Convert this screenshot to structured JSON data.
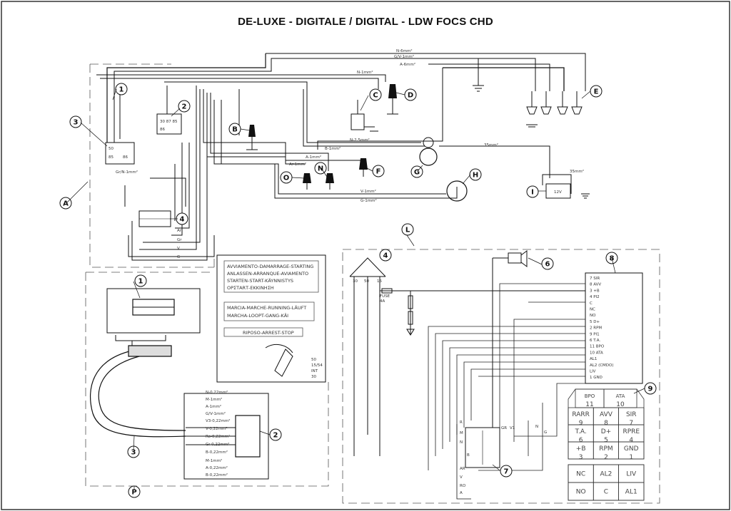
{
  "title": "DE-LUXE - DIGITALE / DIGITAL - LDW FOCS CHD",
  "callouts": {
    "A": "A",
    "B": "B",
    "C": "C",
    "D": "D",
    "E": "E",
    "F": "F",
    "G": "G",
    "H": "H",
    "I": "I",
    "L": "L",
    "N": "N",
    "O": "O",
    "P": "P",
    "n1": "1",
    "n2": "2",
    "n3": "3",
    "n4": "4",
    "n1b": "1",
    "n2b": "2",
    "n3b": "3",
    "n4c": "4",
    "n6": "6",
    "n7": "7",
    "n8": "8",
    "n9": "9"
  },
  "wire_labels": {
    "n6": "N-6mm²",
    "gv1": "G/V-1mm²",
    "a6": "A-6mm²",
    "n1": "N-1mm²",
    "b1": "B-1mm²",
    "a1": "A-1mm²",
    "ar1": "Ar-1mm²",
    "v1": "V-1mm²",
    "g1": "G-1mm²",
    "n25": "N-2,5mm²",
    "n35": "35mm²",
    "r35": "35mm²",
    "n6b": "N-6mm²",
    "b1c": "B-1mm²",
    "a1b": "A-1mm²",
    "gr1": "Gr/N-1mm²",
    "ar_s": "Ar",
    "gr_s": "Gr",
    "v_s": "V",
    "g_s": "G",
    "batt": "12V",
    "ar_p": "Ar",
    "v_p": "V",
    "g_p": "G",
    "ro_p": "Ro"
  },
  "key_box": {
    "starting": [
      "AVVIAMENTO-DAMARRAGE-STARTING",
      "ANLASSEN-ARRANQUE-AVIAMENTO",
      "STARTEN-START-KÄYNNISTYS",
      "ΟΡΣΤΑRΤ-ΕΚΚΙΝΗΣΗ"
    ],
    "running": [
      "MARCIA-MARCHE-RUNNING-LÄUFT",
      "MARCHA-LOOPT-GANG-KÄI"
    ],
    "stop": [
      "RIPOSO-ARREST-STOP"
    ],
    "switch_terms": [
      "50",
      "15/54",
      "INT",
      "30"
    ]
  },
  "panel_wires": [
    "N-0,22mm²",
    "M-1mm²",
    "A-1mm²",
    "G/V-1mm²",
    "V3-0,22mm²",
    "V-0,22mm²",
    "Ro-0,22mm²",
    "Gr-0,22mm²",
    "B-0,22mm²",
    "M-1mm²",
    "A-0,22mm²",
    "B-0,22mm²"
  ],
  "controller_pins": [
    "7 SIR",
    "8 AVV",
    "3 +B",
    "4 PI2",
    "C",
    "NC",
    "NO",
    "5 D+",
    "2 RPM",
    "9 PI1",
    "6 T.A.",
    "11 BPO",
    "10 ATA",
    "AL1",
    "AL2 (CMDO)",
    "LIV",
    "1 GND"
  ],
  "connector_grid": {
    "row1": [
      [
        "BPO",
        "11"
      ],
      [
        "ATA",
        "10"
      ]
    ],
    "row2": [
      [
        "RARR",
        "9"
      ],
      [
        "AVV",
        "8"
      ],
      [
        "SIR",
        "7"
      ]
    ],
    "row3": [
      [
        "T.A.",
        "6"
      ],
      [
        "D+",
        "5"
      ],
      [
        "RPRE",
        "4"
      ]
    ],
    "row4": [
      [
        "+B",
        "3"
      ],
      [
        "RPM",
        "2"
      ],
      [
        "GND",
        "1"
      ]
    ],
    "row5": [
      "NC",
      "AL2",
      "LIV"
    ],
    "row6": [
      "NO",
      "C",
      "AL1"
    ]
  },
  "fuse": [
    "FUSE",
    "4A"
  ],
  "switch_l_terms": [
    "30",
    "50",
    "15"
  ],
  "relay_terms": [
    "R",
    "M",
    "N",
    "B",
    "AR",
    "V",
    "RO",
    "A"
  ],
  "plug_terms": [
    "GR",
    "V1",
    "N",
    "G"
  ]
}
